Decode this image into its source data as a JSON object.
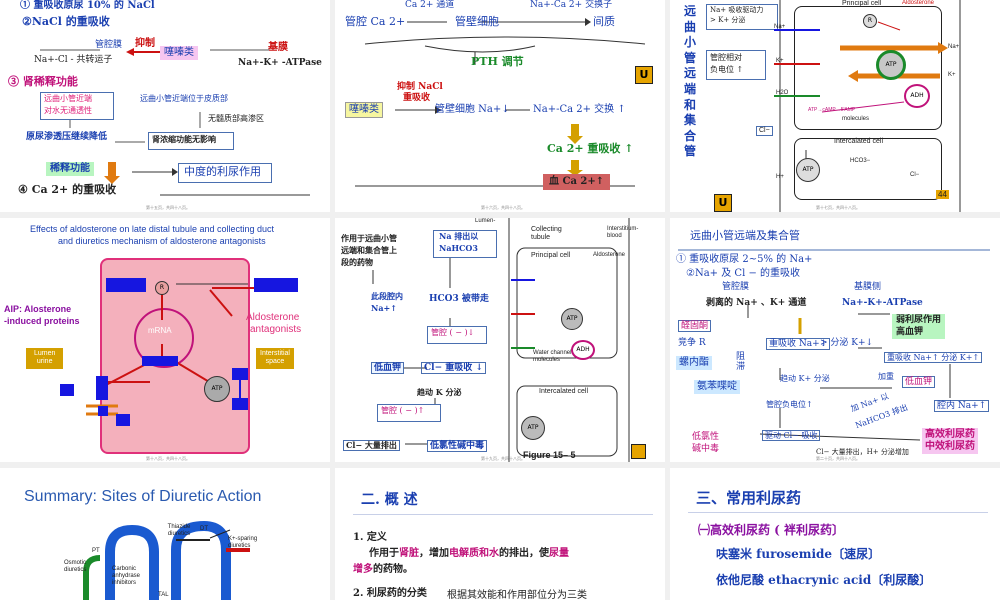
{
  "s1": {
    "l1": "① 重吸收原尿  10%  的 NaCl",
    "l2": "②NaCl 的重吸收",
    "l3": "管腔膜",
    "l4": "抑制",
    "l5": "噻嗪类",
    "l6": "基膜",
    "l7": "Na+-Cl - 共转运子",
    "l8": "Na+-K+ -ATPase",
    "l9": "③ 肾稀释功能",
    "l10": "远曲小管近端",
    "l11": "对水无通透性",
    "l12": "远曲小管近端位于皮质部",
    "l13": "无髓质部高渗区",
    "l14": "原尿渗透压继续降低",
    "l15": "肾浓缩功能无影响",
    "l16": "稀释功能",
    "l17": "中度的利尿作用",
    "l18": "④ Ca 2+ 的重吸收",
    "foot": "第十五页，共四十八页。"
  },
  "s2": {
    "l1": "Ca 2+ 通道",
    "l2": "Na+-Ca 2+ 交换子",
    "l3": "管腔 Ca 2+",
    "l4": "管壁细胞",
    "l5": "间质",
    "l6": "PTH 调节",
    "l7": "抑制 NaCl",
    "l8": "重吸收",
    "l9": "噻嗪类",
    "l10": "管壁细胞 Na+↓",
    "l11": "Na+-Ca 2+ 交换 ↑",
    "l12": "Ca 2+ 重吸收 ↑",
    "l13": "血 Ca 2+↑",
    "foot": "第十六页，共四十八页。"
  },
  "s3": {
    "title": "远曲小管远端和集合管",
    "l1": "Na+ 吸收驱动力",
    "l2": "> K+ 分泌",
    "l3": "管腔相对",
    "l4": "负电位 ↑",
    "principal": "Principal cell",
    "aldo": "Aldosterone",
    "na": "Na+",
    "k": "K+",
    "h2o": "H2O",
    "adh": "ADH",
    "cl": "Cl−",
    "hplus": "H+",
    "hco3": "HCO3−",
    "atp": "ATP",
    "r": "R",
    "camp": "ATP→cAMP→5'AMP",
    "molecules": "molecules",
    "intercal": "Intercalated cell",
    "page": "44",
    "foot": "第十七页，共四十八页。"
  },
  "s4": {
    "title1": "Effects of aldosterone on late distal tubule and collecting duct",
    "title2": "and diuretics mechanism of aldosterone  antagonists",
    "aip1": "AIP: Alosterone",
    "aip2": "-induced proteins",
    "mrna": "mRNA",
    "r": "R",
    "atp": "ATP",
    "antag1": "Aldosterone",
    "antag2": "antagonists",
    "lumen1": "Lumen",
    "lumen2": "urine",
    "inter1": "Interstitial",
    "inter2": "space",
    "foot": "第十八页，共四十八页。"
  },
  "s5": {
    "l1": "作用于远曲小管",
    "l2": "远端和集合管上",
    "l3": "段的药物",
    "l4": "Na 排出以",
    "l5": "NaHCO3",
    "l6": "此段腔内",
    "l7": "Na+↑",
    "l8": "HCO3 被带走",
    "l9": "管腔 ( − )↓",
    "l10": "低血钾",
    "l11": "Cl− 重吸收 ↓",
    "l12": "趋动 K 分泌",
    "l13": "管腔 ( − )↑",
    "l14": "Cl− 大量排出",
    "l15": "低氯性碱中毒",
    "lumen": "Lumen-",
    "collecting": "Collecting tubule",
    "interstitium": "Interstitium-blood",
    "principal": "Principal cell",
    "aldo": "Aldosterone",
    "water": "Water channel molecules",
    "intercal": "Intercalated cell",
    "adh": "ADH",
    "atp": "ATP",
    "figure": "Figure  15– 5",
    "foot": "第十九页，共四十八页。"
  },
  "s6": {
    "title": "远曲小管远端及集合管",
    "l1": "① 重吸收原尿 2~5% 的 Na+",
    "l2": "②Na+ 及 Cl − 的重吸收",
    "l3": "管腔膜",
    "l4": "基膜侧",
    "l5": "剥离的 Na+ 、K+ 通道",
    "l6": "Na+-K+-ATPase",
    "l7": "醛固酮",
    "l8": "竞争 R",
    "l9": "螺内酯",
    "l10": "阻滞",
    "l11": "重吸收 Na+↓",
    "l12": "> 分泌 K+↓",
    "l13": "弱利尿作用",
    "l14": "高血钾",
    "l15": "氨苯喋啶",
    "l16": "趋动 K+ 分泌",
    "l17": "加重",
    "l18": "低血钾",
    "l19": "重吸收 Na+↑ 分泌 K+↑",
    "l20": "管腔负电位↑",
    "l21": "加 Na+ 以",
    "l22": "NaHCO3 排出",
    "l23": "腔内 Na+↑",
    "l24": "低氯性",
    "l25": "碱中毒",
    "l26": "驱动 Cl− 吸收",
    "l27": "高效利尿药",
    "l28": "中效利尿药",
    "l29": "Cl− 大量排出，H+ 分泌增加",
    "foot": "第二十页，共四十八页。"
  },
  "s7": {
    "title": "Summary: Sites of Diuretic Action",
    "thiazide": "Thiazide diuretics",
    "dt": "DT",
    "ksparing": "K+-sparing diuretics",
    "pt": "PT",
    "osmotic": "Osmotic diuretics",
    "carbonic": "Carbonic anhydrase inhibitors",
    "tal": "TAL"
  },
  "s8": {
    "title": "二. 概  述",
    "l1": "1. 定义",
    "l2a": "作用于",
    "l2b": "肾脏",
    "l2c": "，增加",
    "l2d": "电解质和水",
    "l2e": "的排出，使",
    "l2f": "尿量",
    "l3a": "增多",
    "l3b": "的药物。",
    "l4": "2. 利尿药的分类",
    "l5": "根据其效能和作用部位分为三类"
  },
  "s9": {
    "title": "三、常用利尿药",
    "l1": "㈠高效利尿药 ( 袢利尿药〕",
    "l2": "呋塞米   furosemide〔速尿〕",
    "l3": "依他尼酸   ethacrynic acid〔利尿酸〕"
  }
}
